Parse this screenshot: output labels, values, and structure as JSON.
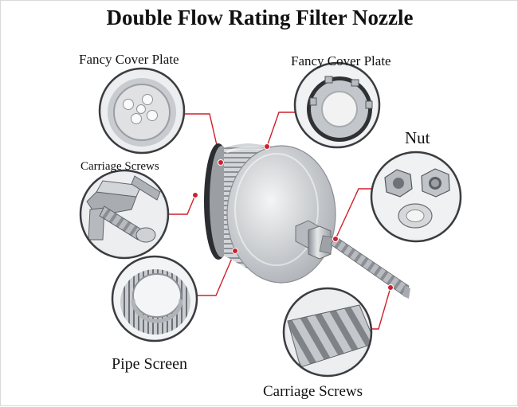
{
  "title": "Double Flow Rating Filter Nozzle",
  "labels": {
    "fancy_cover_plate_left": "Fancy Cover Plate",
    "fancy_cover_plate_right": "Fancy Cover Plate",
    "carriage_screws_left": "Carriage Screws",
    "nut": "Nut",
    "pipe_screen": "Pipe Screen",
    "carriage_screws_bottom": "Carriage Screws"
  },
  "colors": {
    "callout_line": "#d0202c",
    "steel_light": "#d7d9dc",
    "steel_dark": "#7d8187",
    "background": "#ffffff"
  }
}
